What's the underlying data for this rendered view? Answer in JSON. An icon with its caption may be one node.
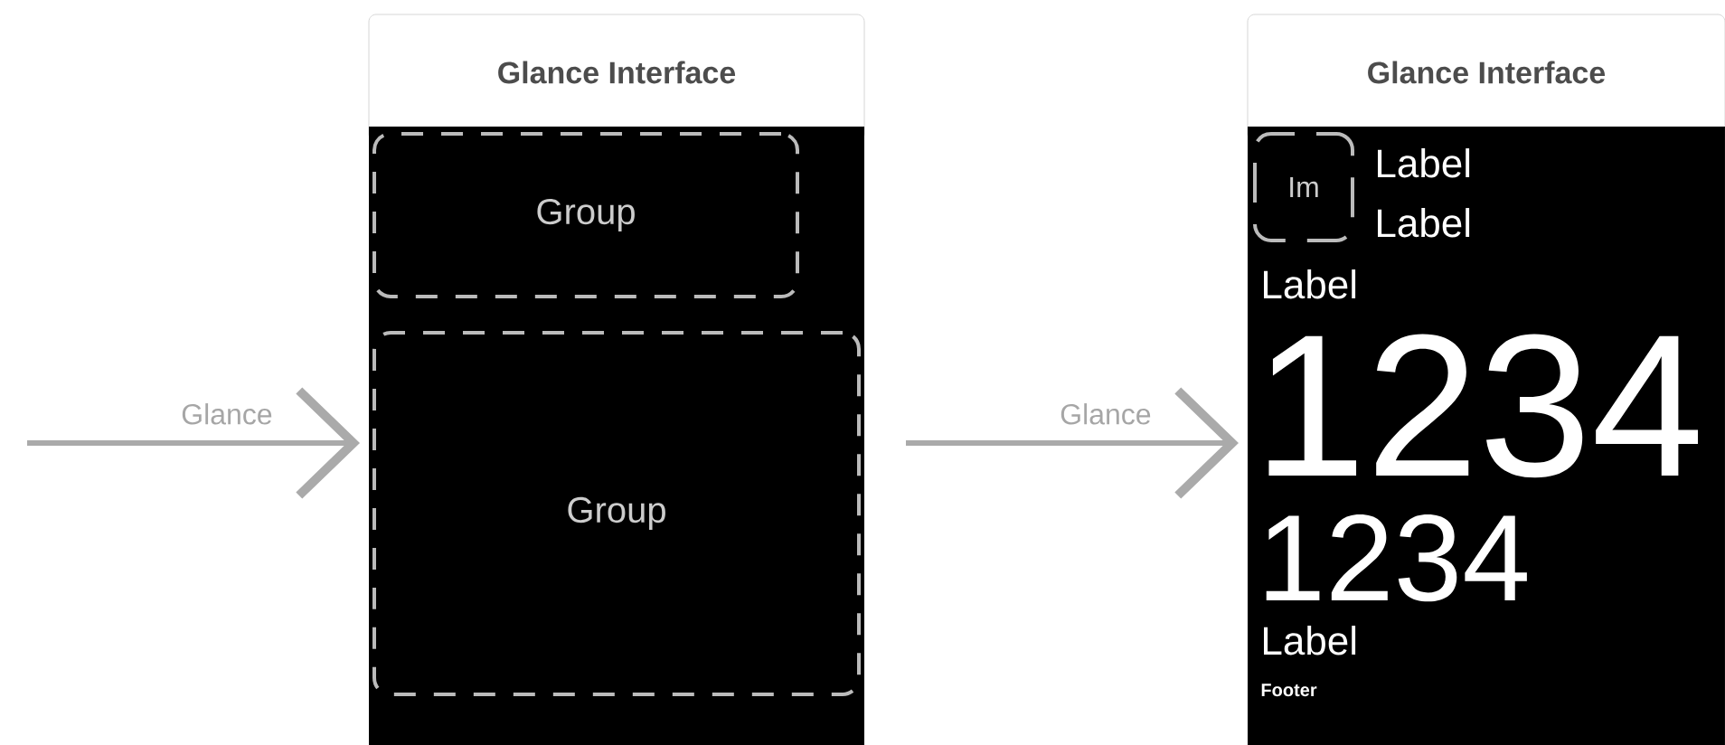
{
  "diagram": {
    "nodes": [
      {
        "text": [
          "Glance Interface"
        ]
      },
      {
        "text": [
          "Group"
        ],
        "in": 0
      },
      {
        "text": [
          "Group"
        ],
        "in": 0
      },
      {
        "text": [
          "Glance Interface",
          "Label",
          "Label",
          "Label",
          "1234",
          "1234",
          "Label",
          "Footer"
        ]
      },
      {
        "text": [
          "Im"
        ],
        "in": 3
      }
    ],
    "edges": [
      {
        "from": null,
        "to": 0,
        "arrow": "to",
        "label": "Glance"
      },
      {
        "from": null,
        "to": 3,
        "arrow": "to",
        "label": "Glance"
      }
    ]
  }
}
